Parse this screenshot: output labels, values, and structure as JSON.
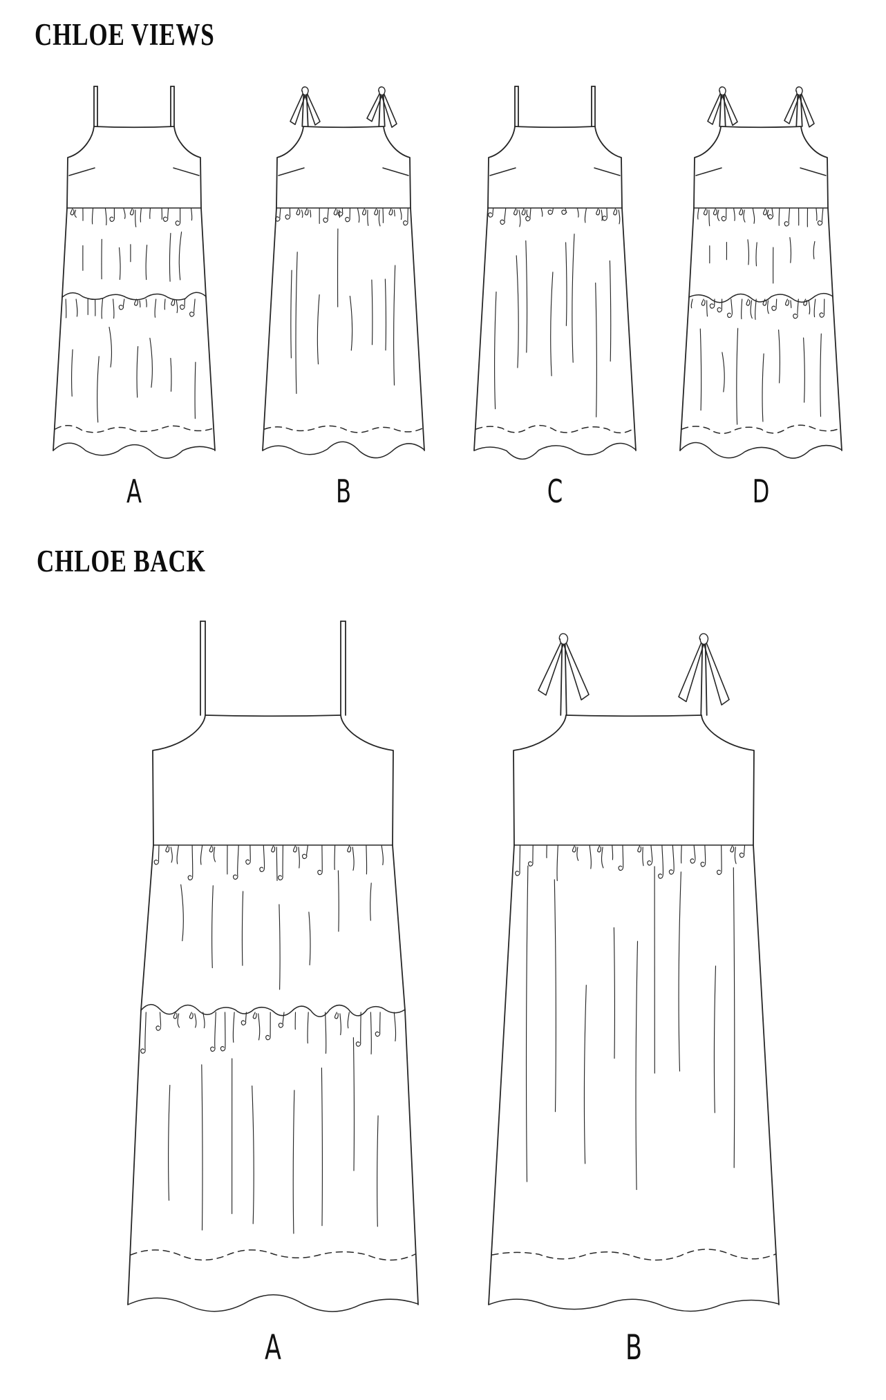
{
  "page": {
    "background": "#ffffff",
    "ink": "#262626",
    "text_color": "#0d0d0d"
  },
  "sections": [
    {
      "title": "CHLOE VIEWS",
      "figures": [
        {
          "label": "A",
          "strap": "plain",
          "tiers": 2
        },
        {
          "label": "B",
          "strap": "tie",
          "tiers": 1
        },
        {
          "label": "C",
          "strap": "plain",
          "tiers": 1
        },
        {
          "label": "D",
          "strap": "tie",
          "tiers": 2
        }
      ]
    },
    {
      "title": "CHLOE BACK",
      "figures": [
        {
          "label": "A",
          "strap": "plain",
          "tiers": 2
        },
        {
          "label": "B",
          "strap": "tie",
          "tiers": 1
        }
      ]
    }
  ]
}
